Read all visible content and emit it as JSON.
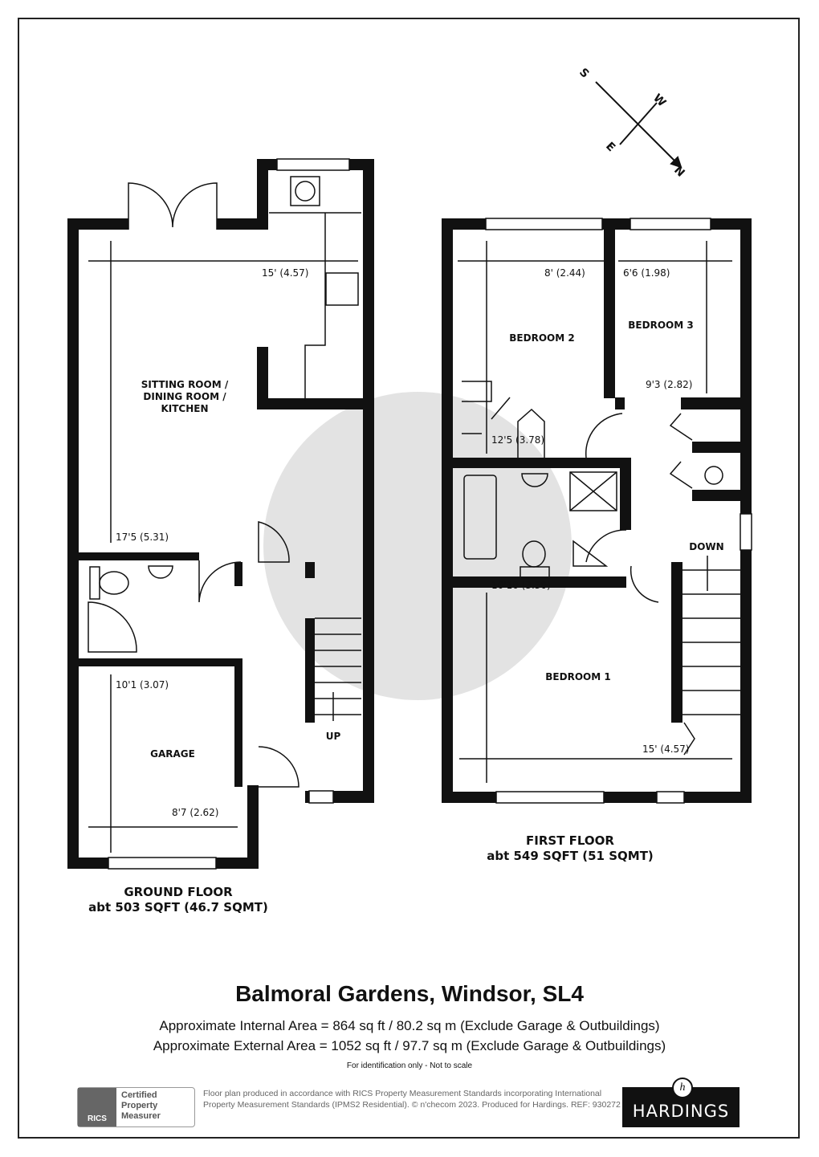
{
  "compass": {
    "n": "N",
    "s": "S",
    "e": "E",
    "w": "W"
  },
  "ground_floor": {
    "name": "GROUND FLOOR",
    "area": "abt 503 SQFT (46.7 SQMT)",
    "rooms": {
      "living": "SITTING ROOM /\nDINING ROOM /\nKITCHEN",
      "garage": "GARAGE"
    },
    "dims": {
      "living_w": "15' (4.57)",
      "living_l": "17'5 (5.31)",
      "garage_l": "10'1 (3.07)",
      "garage_w": "8'7 (2.62)"
    },
    "stairs": "UP"
  },
  "first_floor": {
    "name": "FIRST FLOOR",
    "area": "abt 549 SQFT (51 SQMT)",
    "rooms": {
      "bed1": "BEDROOM 1",
      "bed2": "BEDROOM 2",
      "bed3": "BEDROOM 3"
    },
    "dims": {
      "bed2_w": "8' (2.44)",
      "bed3_w": "6'6 (1.98)",
      "bed3_l": "9'3 (2.82)",
      "bed2_l": "12'5 (3.78)",
      "bed1_l": "10'10 (3.30)",
      "bed1_w": "15' (4.57)"
    },
    "stairs": "DOWN"
  },
  "title": "Balmoral Gardens, Windsor, SL4",
  "internal_area": "Approximate Internal Area = 864 sq ft / 80.2 sq m (Exclude Garage & Outbuildings)",
  "external_area": "Approximate External Area = 1052 sq ft / 97.7 sq m (Exclude Garage & Outbuildings)",
  "note": "For identification only - Not to scale",
  "rics": {
    "logo": "RICS",
    "text": "Certified\nProperty\nMeasurer"
  },
  "footer": "Floor plan produced in accordance with RICS Property Measurement Standards incorporating International Property Measurement Standards (IPMS2 Residential).  © n'checom 2023. Produced for Hardings.   REF:  930272",
  "brand": {
    "initial": "h",
    "name": "HARDINGS"
  },
  "colors": {
    "walls": "#111111",
    "watermark": "#e3e3e3"
  }
}
